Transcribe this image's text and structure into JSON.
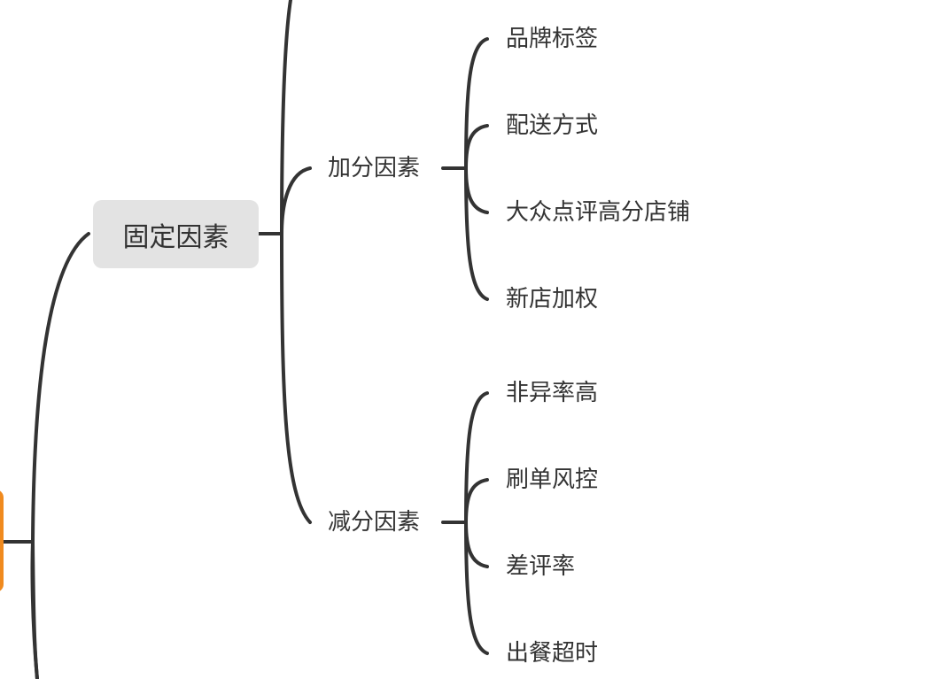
{
  "colors": {
    "root_accent": "#F08A1E",
    "main_topic_background": "#E3E3E3",
    "line": "#333333",
    "text": "#333333"
  },
  "main_topic": {
    "label": "固定因素"
  },
  "branches": [
    {
      "label": "加分因素",
      "children": [
        "品牌标签",
        "配送方式",
        "大众点评高分店铺",
        "新店加权"
      ]
    },
    {
      "label": "减分因素",
      "children": [
        "非异率高",
        "刷单风控",
        "差评率",
        "出餐超时"
      ]
    }
  ]
}
